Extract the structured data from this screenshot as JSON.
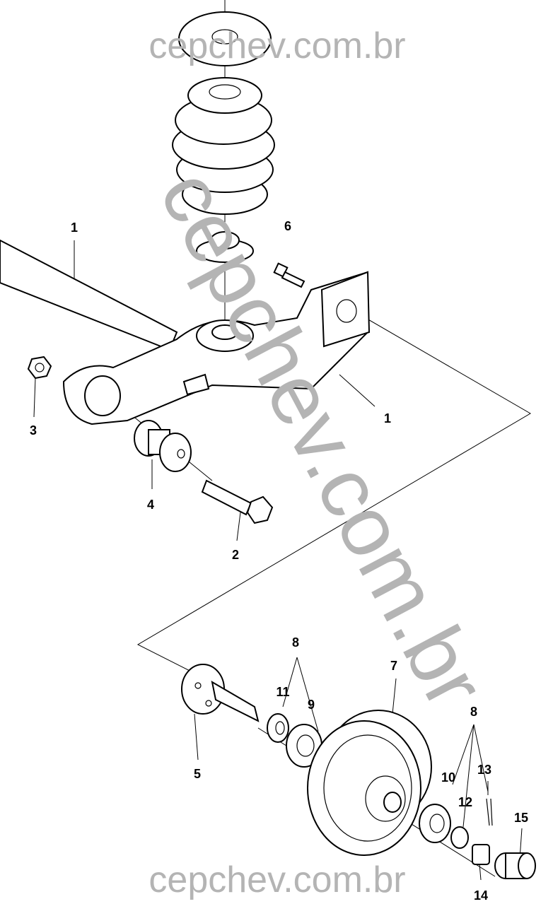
{
  "watermark": {
    "text": "cepchev.com.br",
    "color": "#b4b4b4"
  },
  "callouts": [
    {
      "id": "1",
      "part": "axle-beam-left"
    },
    {
      "id": "6",
      "part": "bolt"
    },
    {
      "id": "1",
      "part": "axle-beam-right"
    },
    {
      "id": "3",
      "part": "nut"
    },
    {
      "id": "4",
      "part": "bushing"
    },
    {
      "id": "2",
      "part": "pivot-bolt"
    },
    {
      "id": "8",
      "part": "bearing-set-inner"
    },
    {
      "id": "7",
      "part": "brake-drum"
    },
    {
      "id": "11",
      "part": "seal"
    },
    {
      "id": "9",
      "part": "inner-bearing"
    },
    {
      "id": "8",
      "part": "bearing-set-outer"
    },
    {
      "id": "13",
      "part": "cotter-pin"
    },
    {
      "id": "10",
      "part": "outer-bearing"
    },
    {
      "id": "12",
      "part": "washer"
    },
    {
      "id": "15",
      "part": "hub-cap"
    },
    {
      "id": "5",
      "part": "stub-axle"
    },
    {
      "id": "14",
      "part": "castle-nut"
    }
  ]
}
